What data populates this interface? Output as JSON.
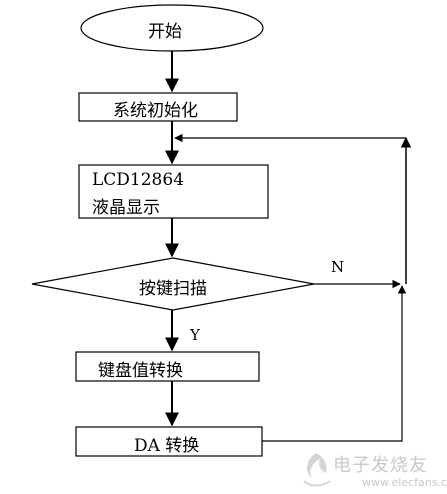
{
  "nodes": {
    "start": "开始",
    "init": "系统初始化",
    "lcd_line1": "LCD12864",
    "lcd_line2": "液晶显示",
    "scan": "按键扫描",
    "keyval": "键盘值转换",
    "da": "DA 转换"
  },
  "edges": {
    "no": "N",
    "yes": "Y"
  },
  "watermark": {
    "text": "电子发烧友",
    "url": "www.elecfans.com"
  },
  "colors": {
    "line": "#000000",
    "shape_fill": "#ffffff"
  }
}
